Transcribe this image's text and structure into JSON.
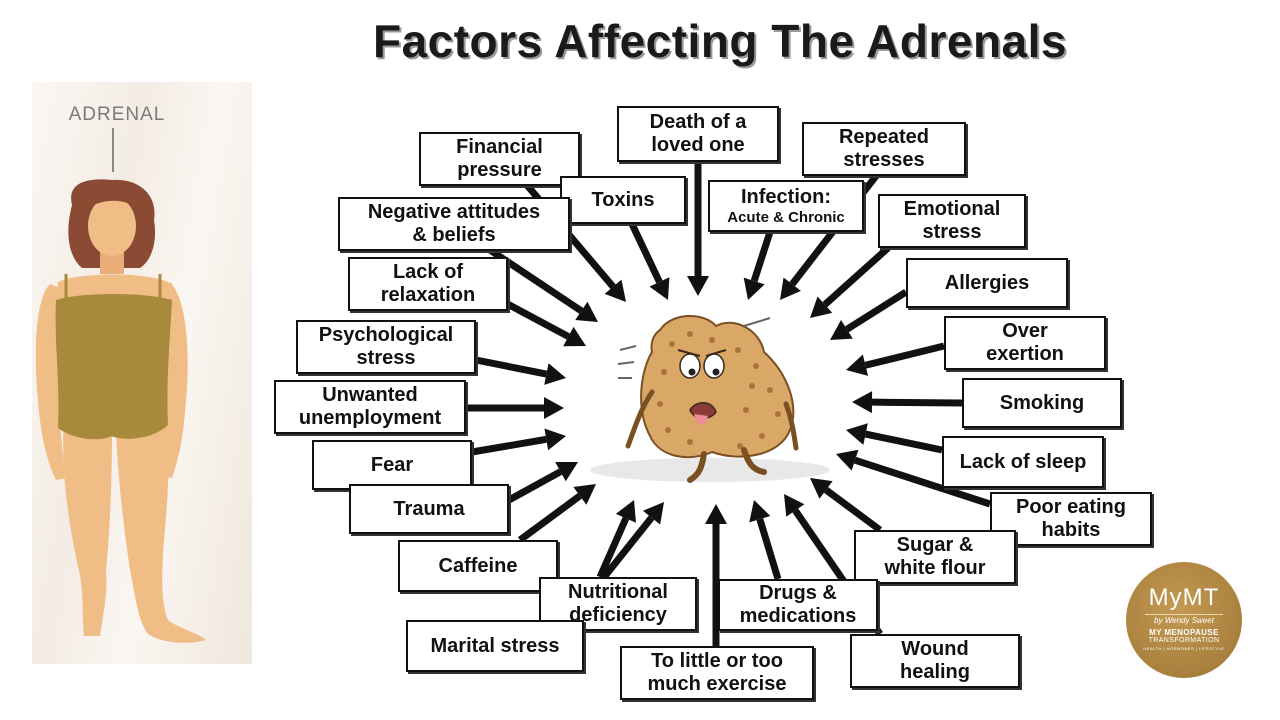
{
  "title": "Factors Affecting The Adrenals",
  "figure": {
    "label": "ADRENAL"
  },
  "factors": [
    {
      "id": "death",
      "text": "Death of a\nloved one"
    },
    {
      "id": "financial",
      "text": "Financial\npressure"
    },
    {
      "id": "toxins",
      "text": "Toxins"
    },
    {
      "id": "repeated",
      "text": "Repeated\nstresses"
    },
    {
      "id": "infection",
      "text": "Infection:",
      "sub": "Acute & Chronic"
    },
    {
      "id": "negative",
      "text": "Negative attitudes\n& beliefs"
    },
    {
      "id": "emotional",
      "text": "Emotional\nstress"
    },
    {
      "id": "relaxation",
      "text": "Lack of\nrelaxation"
    },
    {
      "id": "allergies",
      "text": "Allergies"
    },
    {
      "id": "psychological",
      "text": "Psychological\nstress"
    },
    {
      "id": "over",
      "text": "Over\nexertion"
    },
    {
      "id": "unwanted",
      "text": "Unwanted\nunemployment"
    },
    {
      "id": "smoking",
      "text": "Smoking"
    },
    {
      "id": "fear",
      "text": "Fear"
    },
    {
      "id": "sleep",
      "text": "Lack of sleep"
    },
    {
      "id": "trauma",
      "text": "Trauma"
    },
    {
      "id": "poor",
      "text": "Poor eating\nhabits"
    },
    {
      "id": "caffeine",
      "text": "Caffeine"
    },
    {
      "id": "sugar",
      "text": "Sugar &\nwhite flour"
    },
    {
      "id": "nutritional",
      "text": "Nutritional\ndeficiency"
    },
    {
      "id": "drugs",
      "text": "Drugs &\nmedications"
    },
    {
      "id": "marital",
      "text": "Marital stress"
    },
    {
      "id": "exercise",
      "text": "To little or too\nmuch exercise"
    },
    {
      "id": "wound",
      "text": "Wound\nhealing"
    }
  ],
  "logo": {
    "brand": "MyMT",
    "signature": "by Wendy Sweet",
    "name_line1": "MY MENOPAUSE",
    "name_line2": "TRANSFORMATION",
    "tagline": "HEALTH | HORMONES | LIFESTYLE"
  },
  "colors": {
    "skin": "#f1bd86",
    "swimsuit": "#a88a3c",
    "hair": "#8b4a34",
    "logo": "#a9803d"
  }
}
